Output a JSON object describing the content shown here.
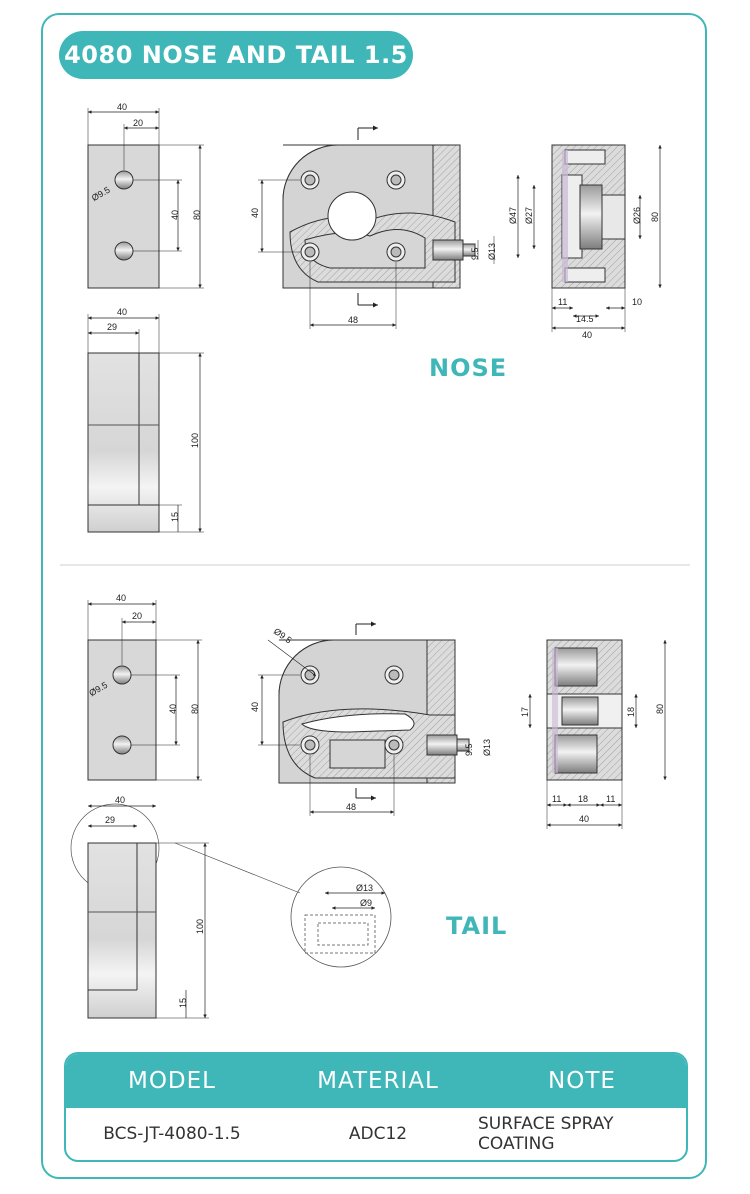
{
  "title": "4080 NOSE AND TAIL 1.5",
  "sections": {
    "nose_label": "NOSE",
    "tail_label": "TAIL"
  },
  "nose": {
    "front": {
      "w": "40",
      "hole_x": "20",
      "hole": "Ø9.5",
      "pitch": "40",
      "h": "80"
    },
    "side": {
      "w": "40",
      "step": "29",
      "h": "100",
      "base": "15"
    },
    "plan": {
      "h": "40",
      "w": "48",
      "bore": "9.5",
      "boss": "Ø13"
    },
    "section": {
      "d1": "Ø47",
      "d2": "Ø27",
      "d3": "Ø26",
      "h": "80",
      "a": "11",
      "b": "14.5",
      "c": "10",
      "w": "40"
    }
  },
  "tail": {
    "front": {
      "w": "40",
      "hole_x": "20",
      "hole": "Ø9.5",
      "pitch": "40",
      "h": "80"
    },
    "side": {
      "w": "40",
      "step": "29",
      "h": "100",
      "base": "15"
    },
    "plan": {
      "hole": "Ø9.5",
      "h": "40",
      "w": "48",
      "bore": "9.5",
      "boss": "Ø13"
    },
    "detail": {
      "d1": "Ø13",
      "d2": "Ø9"
    },
    "section": {
      "left": "17",
      "right": "18",
      "h": "80",
      "a": "11",
      "b": "18",
      "c": "11",
      "w": "40"
    }
  },
  "table": {
    "headers": [
      "MODEL",
      "MATERIAL",
      "NOTE"
    ],
    "row": [
      "BCS-JT-4080-1.5",
      "ADC12",
      "SURFACE SPRAY COATING"
    ]
  },
  "colors": {
    "accent": "#3fb6b8"
  }
}
